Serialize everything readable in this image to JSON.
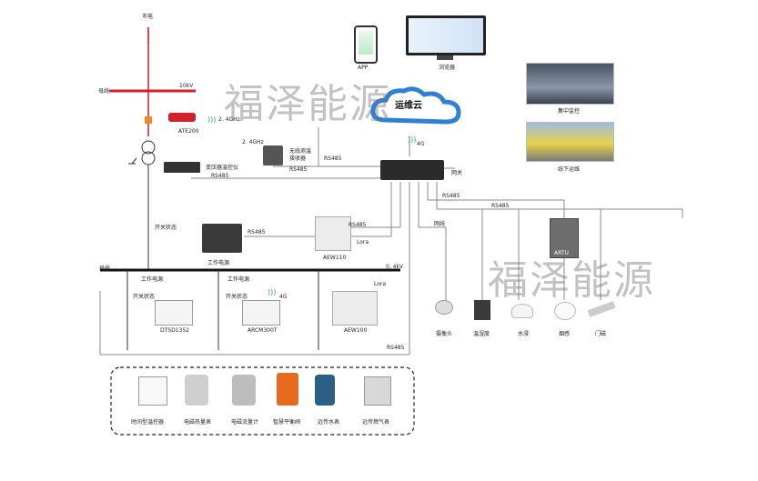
{
  "labels": {
    "utility": "市电",
    "kv10": "10kV",
    "busbar_left": "母线",
    "ate200": "ATE200",
    "ghz24_a": "2. 4GHz",
    "ghz24_b": "2. 4GHz",
    "wireless_receiver_1": "无线测温",
    "wireless_receiver_2": "接收器",
    "rs485_receiver": "RS485",
    "transformer_temp": "变压器温控仪",
    "rs485_temp": "RS485",
    "rs485_top": "RS485",
    "cloud_4g": "4G",
    "gateway": "网关",
    "switch_status_1": "开关状态",
    "rs485_panel": "RS485",
    "work_power_1": "工作电源",
    "rs485_aew": "RS485",
    "lora_1": "Lora",
    "aew110": "AEW110",
    "kv04": "0. 4kV",
    "busbar_low": "母线",
    "work_power_2": "工作电源",
    "work_power_3": "工作电源",
    "switch_status_2": "开关状态",
    "switch_status_3": "开关状态",
    "g4_aram": "4G",
    "lora_2": "Lora",
    "dtsd": "DTSD1352",
    "aram": "ARCM300T",
    "aew100": "AEW100",
    "rs485_bottom": "RS485",
    "rs485_artu": "RS485",
    "rs485_net": "RS485",
    "wangxian": "网线",
    "artu": "ARTU"
  },
  "top": {
    "app": "APP",
    "browser": "浏览器",
    "cloud_text": "运维云",
    "central_monitor": "集中监控",
    "offline_ops": "线下运维"
  },
  "sensors": [
    "摄像头",
    "温湿度",
    "水浸",
    "烟感",
    "门磁"
  ],
  "meters": [
    "时间型温控器",
    "电磁热量表",
    "电磁流量计",
    "智慧平衡阀",
    "远传水表",
    "远传燃气表"
  ],
  "watermark": "福泽能源",
  "colors": {
    "line": "#888888",
    "bus": "#111111",
    "red": "#d0202a",
    "orange": "#f08a24",
    "green": "#2aa84a",
    "cloud": "#2f7fd3"
  }
}
